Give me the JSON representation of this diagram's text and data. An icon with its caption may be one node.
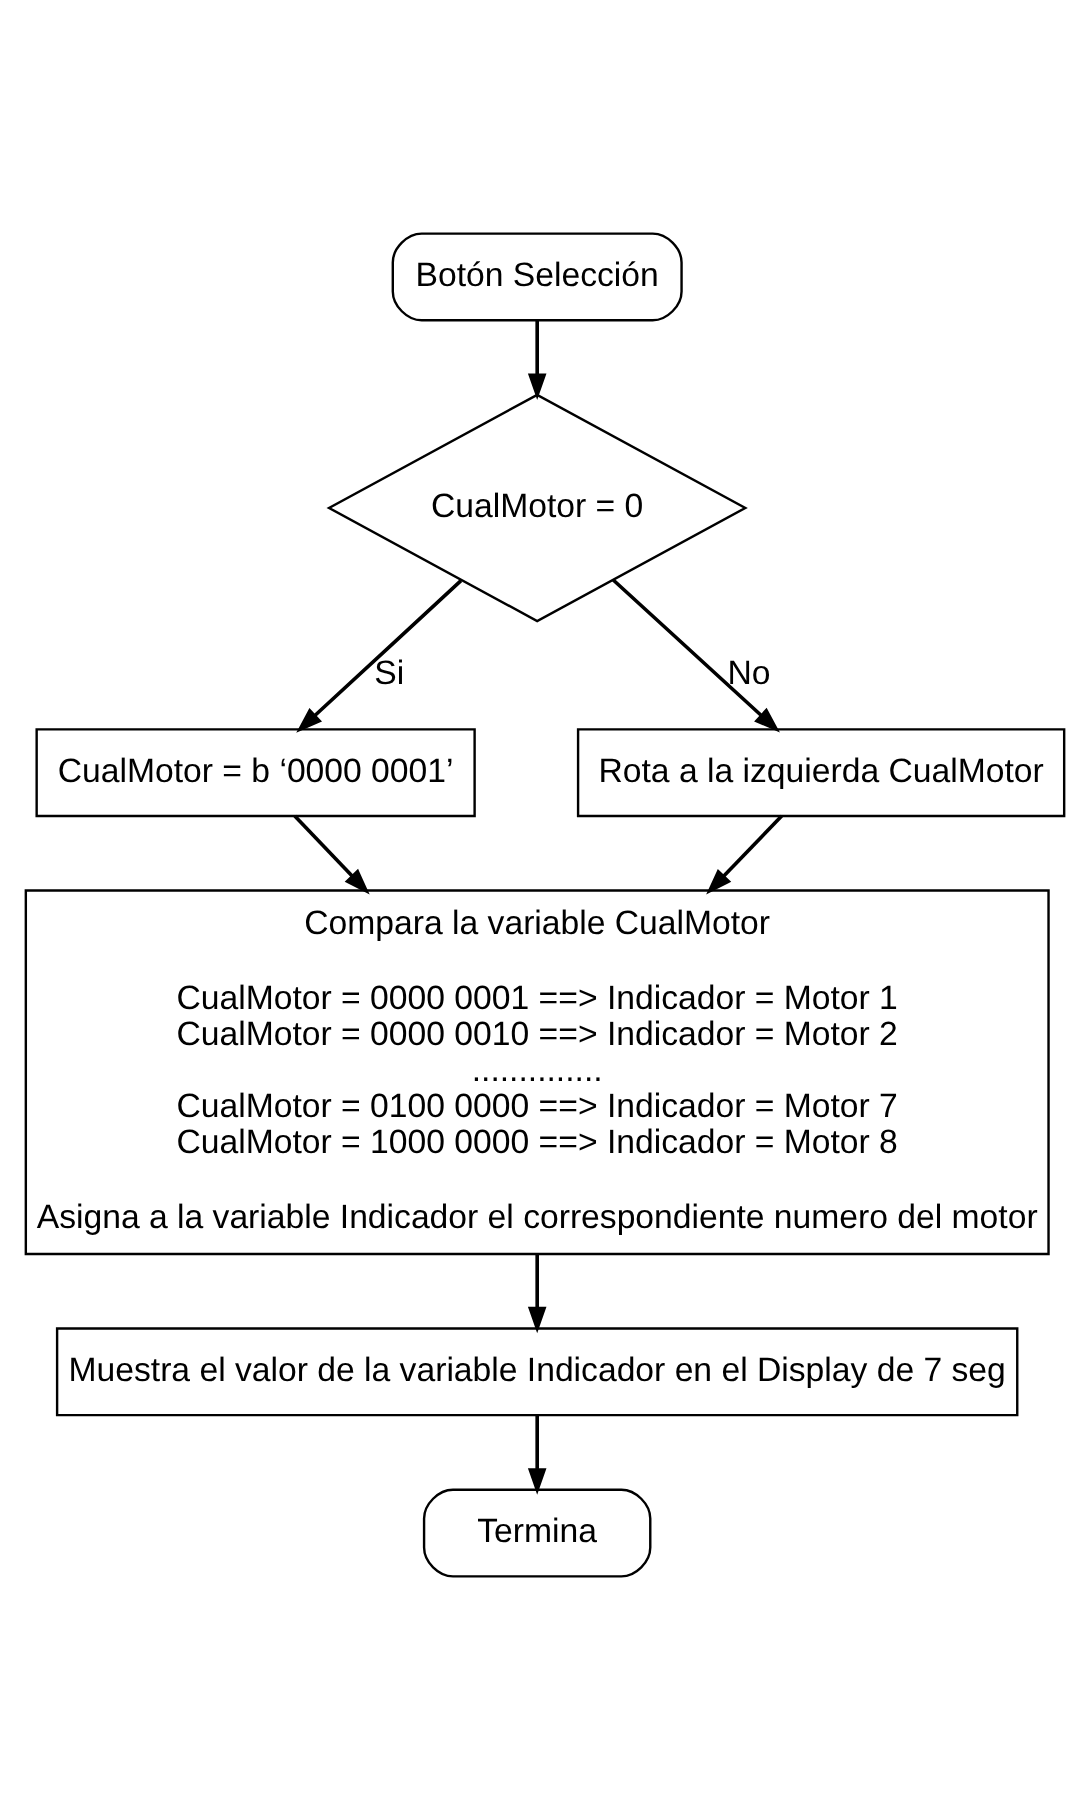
{
  "diagram": {
    "nodes": [
      {
        "text": [
          "Botón Selección"
        ]
      },
      {
        "text": [
          "CualMotor = 0"
        ]
      },
      {
        "text": [
          "CualMotor = b ‘0000 0001’"
        ]
      },
      {
        "text": [
          "Rota a la izquierda CualMotor"
        ]
      },
      {
        "text": [
          "Compara la variable CualMotor",
          "CualMotor = 0000 0001 ==> Indicador = Motor 1",
          "CualMotor = 0000 0010 ==> Indicador = Motor 2",
          "..............",
          "CualMotor = 0100 0000 ==> Indicador = Motor 7",
          "CualMotor = 1000 0000 ==> Indicador = Motor 8",
          "Asigna a la variable Indicador el correspondiente numero del motor"
        ]
      },
      {
        "text": [
          "Muestra el valor de la variable Indicador en el Display de 7 seg"
        ]
      },
      {
        "text": [
          "Termina"
        ]
      }
    ],
    "edges": [
      {
        "from": 0,
        "to": 1,
        "arrow": "to"
      },
      {
        "from": 1,
        "to": 2,
        "arrow": "to",
        "label": "Si"
      },
      {
        "from": 1,
        "to": 3,
        "arrow": "to",
        "label": "No"
      },
      {
        "from": 2,
        "to": 4,
        "arrow": "to"
      },
      {
        "from": 3,
        "to": 4,
        "arrow": "to"
      },
      {
        "from": 4,
        "to": 5,
        "arrow": "to"
      },
      {
        "from": 5,
        "to": 6,
        "arrow": "to"
      }
    ]
  }
}
